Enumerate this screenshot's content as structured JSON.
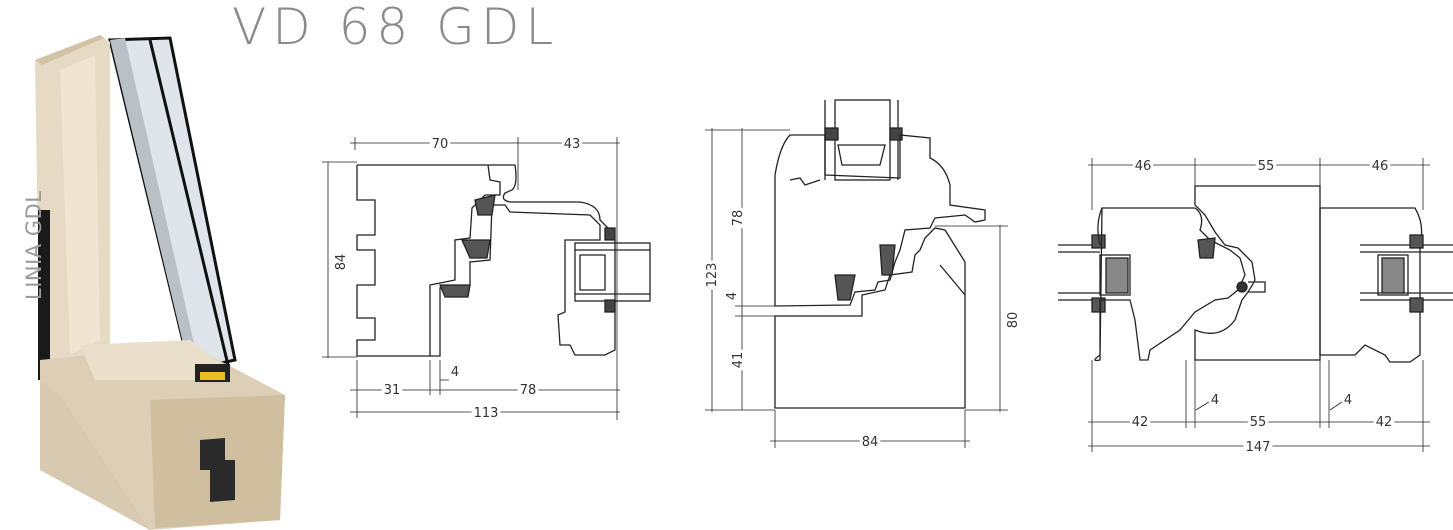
{
  "title": "VD 68 GDL",
  "side_label": "LINIA GDL",
  "section1": {
    "top_left": "70",
    "top_right": "43",
    "left_height": "84",
    "bottom_a": "31",
    "bottom_b": "4",
    "bottom_c": "78",
    "bottom_total": "113"
  },
  "section2": {
    "total_height": "123",
    "upper": "78",
    "gap": "4",
    "lower": "41",
    "right_height": "80",
    "bottom_width": "84"
  },
  "section3": {
    "top_a": "46",
    "top_b": "55",
    "top_c": "46",
    "bottom_a": "42",
    "bottom_b": "4",
    "bottom_c": "55",
    "bottom_d": "4",
    "bottom_e": "42",
    "bottom_total": "147"
  },
  "colors": {
    "wood": "#e2d6c1",
    "wood_dark": "#c9b99d",
    "title_gray": "#8a8a8a",
    "line": "#222222"
  }
}
